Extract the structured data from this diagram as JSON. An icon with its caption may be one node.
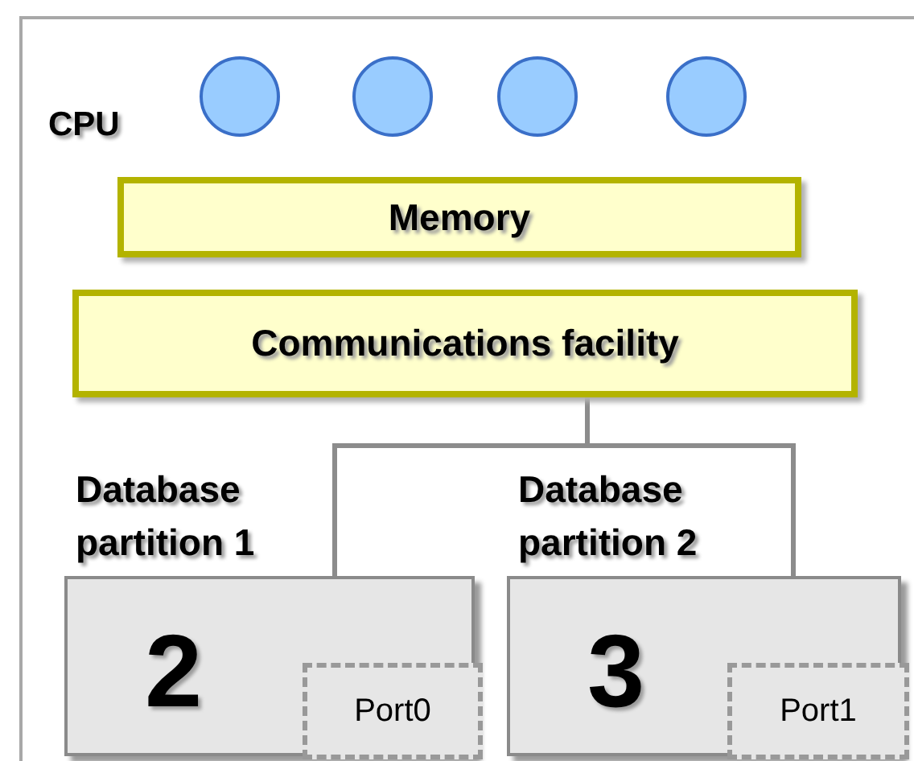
{
  "diagram": {
    "nodes": [
      {
        "text": [],
        "shape": "box"
      },
      {
        "text": [],
        "shape": "circle",
        "in": 0
      },
      {
        "text": [],
        "shape": "circle",
        "in": 0
      },
      {
        "text": [],
        "shape": "circle",
        "in": 0
      },
      {
        "text": [],
        "shape": "circle",
        "in": 0
      },
      {
        "text": [
          "Memory"
        ],
        "in": 0
      },
      {
        "text": [
          "Communications facility"
        ],
        "in": 0
      },
      {
        "text": [
          "Database partition 1",
          "2"
        ],
        "in": 0
      },
      {
        "text": [
          "Port0"
        ],
        "in": 7
      },
      {
        "text": [
          "Database partition 2",
          "3"
        ],
        "in": 0
      },
      {
        "text": [
          "Port1"
        ],
        "in": 9
      }
    ],
    "edges": [
      {
        "from": 6,
        "to": 7,
        "arrow": "none"
      },
      {
        "from": 6,
        "to": 9,
        "arrow": "none"
      }
    ],
    "labels": [
      "CPU"
    ]
  }
}
